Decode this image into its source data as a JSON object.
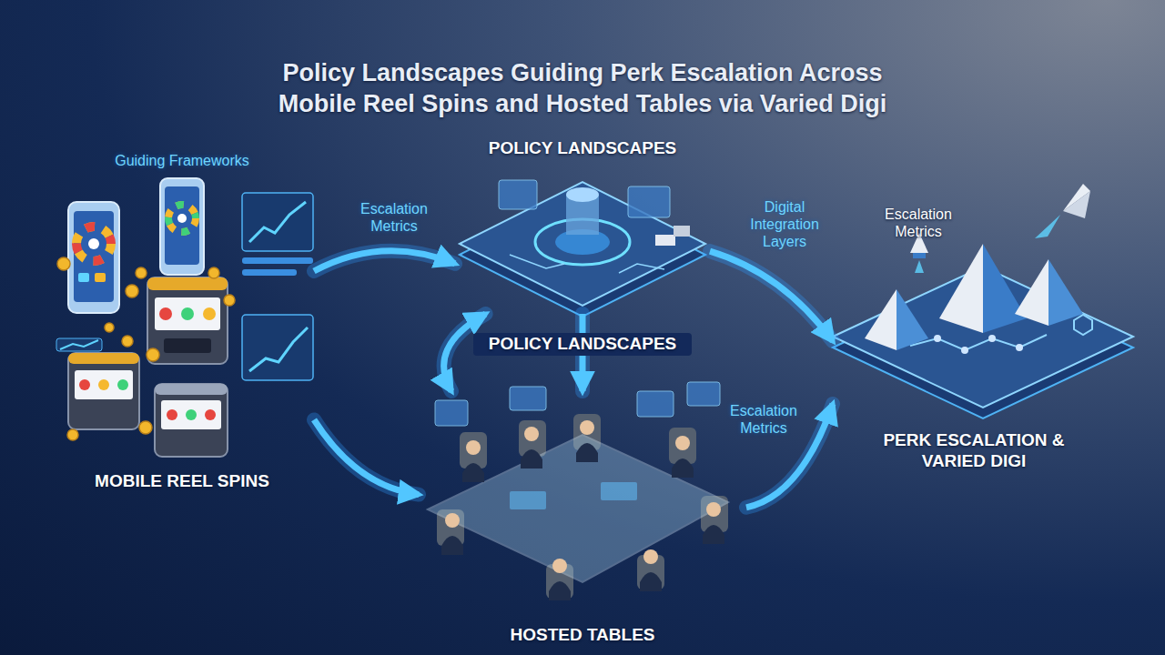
{
  "diagram": {
    "title": "Policy Landscapes Guiding Perk Escalation Across Mobile Reel Spins and Hosted Tables via Varied Digi",
    "nodes": [
      {
        "text": [
          "Guiding Frameworks",
          "MOBILE REEL SPINS"
        ]
      },
      {
        "text": [
          "POLICY LANDSCAPES"
        ]
      },
      {
        "text": [
          "HOSTED TABLES"
        ]
      },
      {
        "text": [
          "PERK ESCALATION & VARIED DIGI"
        ]
      }
    ],
    "edges": [
      {
        "from": 0,
        "to": 1,
        "label": "Escalation Metrics",
        "arrow": "to"
      },
      {
        "from": 0,
        "to": 2,
        "arrow": "to"
      },
      {
        "from": 1,
        "to": 2,
        "arrow": "both"
      },
      {
        "from": 1,
        "to": 2,
        "label": "POLICY LANDSCAPES",
        "arrow": "to"
      },
      {
        "from": 1,
        "to": 3,
        "label": "Digital Integration Layers",
        "arrow": "to"
      },
      {
        "from": 2,
        "to": 3,
        "label": "Escalation Metrics",
        "arrow": "to"
      }
    ],
    "labels": [
      "Escalation Metrics"
    ]
  }
}
